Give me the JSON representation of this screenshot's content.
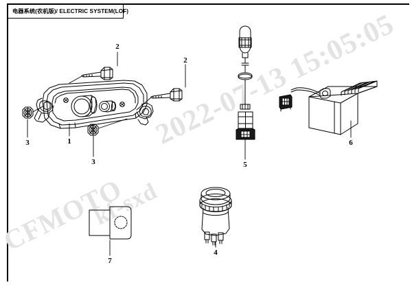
{
  "document": {
    "title_cn": "电器系统(农机版)",
    "title_en": "ELECTRIC SYSTEM(LOF)",
    "title_full": "电器系统(农机版)/ ELECTRIC SYSTEM(LOF)",
    "line_color": "#000000",
    "background_color": "#ffffff"
  },
  "watermarks": {
    "datetime": "2022-07-13    15:05:05",
    "brand": "CFMOTO",
    "user": "kf-sxd",
    "color": "#e3e3e3"
  },
  "callouts": [
    {
      "id": "1",
      "label": "1",
      "part": "headlight-assembly"
    },
    {
      "id": "2a",
      "label": "2",
      "part": "hex-bolt-left"
    },
    {
      "id": "2b",
      "label": "2",
      "part": "hex-bolt-right"
    },
    {
      "id": "3a",
      "label": "3",
      "part": "hex-nut-left"
    },
    {
      "id": "3b",
      "label": "3",
      "part": "hex-nut-lower"
    },
    {
      "id": "4",
      "label": "4",
      "part": "push-button-switch"
    },
    {
      "id": "5",
      "label": "5",
      "part": "sensor-with-connector"
    },
    {
      "id": "6",
      "label": "6",
      "part": "voltage-regulator-rectifier"
    },
    {
      "id": "7",
      "label": "7",
      "part": "mounting-bracket-plate"
    }
  ]
}
